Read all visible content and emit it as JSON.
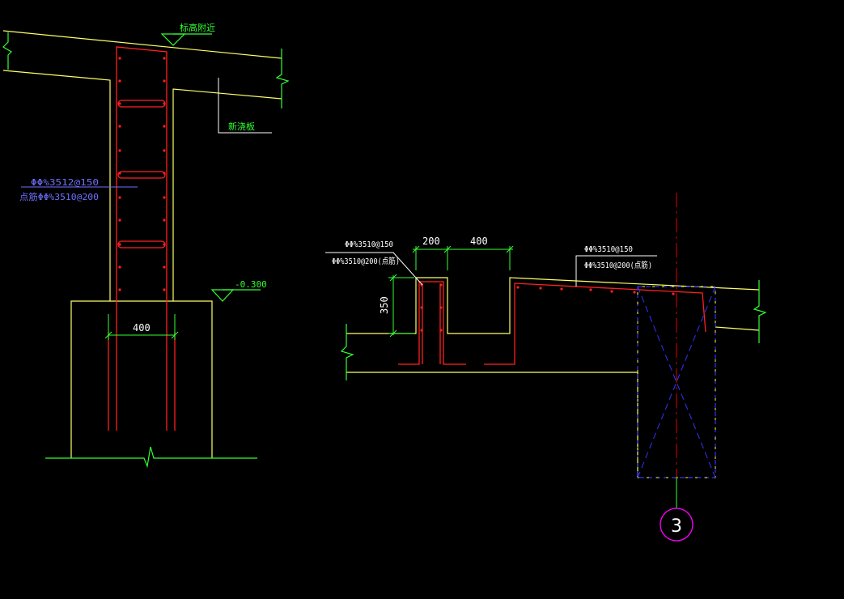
{
  "colors": {
    "background": "#000000",
    "concrete": "#ffff66",
    "rebar": "#ff2020",
    "dimension": "#33ff33",
    "label_white": "#ffffff",
    "label_blue": "#7070ff",
    "axis_circle": "#ff00ff",
    "column_box": "#3333ff",
    "column_box_edge": "#ffff00",
    "axis_line": "#e00000"
  },
  "left_detail": {
    "elevation_label": "标高附近",
    "slab_label": "新浇板",
    "rebar_spec_1": "ΦΦ%3512@150",
    "rebar_spec_2": "点筋ΦΦ%3510@200",
    "level_label": "-0.300",
    "wall_width_dim": "400"
  },
  "right_detail": {
    "rebar_spec_left_1": "ΦΦ%3510@150",
    "rebar_spec_left_2": "ΦΦ%3510@200(点筋)",
    "dim_top_1": "200",
    "dim_top_2": "400",
    "dim_height": "350",
    "rebar_spec_right_1": "ΦΦ%3510@150",
    "rebar_spec_right_2": "ΦΦ%3510@200(点筋)",
    "axis_number": "3"
  }
}
